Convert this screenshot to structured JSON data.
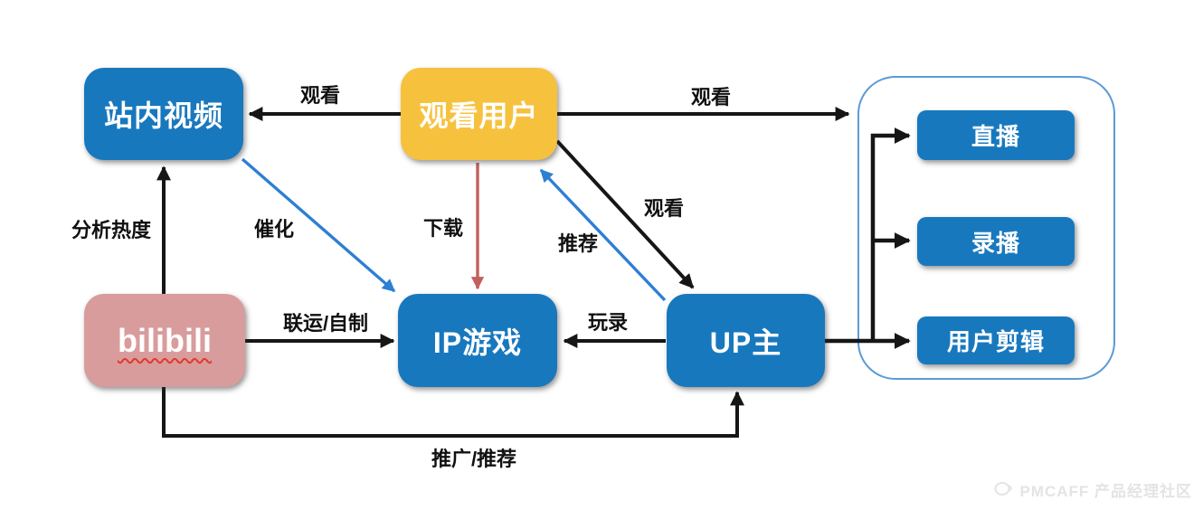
{
  "nodes": {
    "video_onsite": {
      "label": "站内视频"
    },
    "viewer": {
      "label": "观看用户"
    },
    "bilibili": {
      "label": "bilibili"
    },
    "ip_game": {
      "label": "IP游戏"
    },
    "up_host": {
      "label": "UP主"
    },
    "live": {
      "label": "直播"
    },
    "recorded": {
      "label": "录播"
    },
    "user_clip": {
      "label": "用户剪辑"
    }
  },
  "edges": {
    "watch_to_video": {
      "label": "观看"
    },
    "watch_to_content": {
      "label": "观看"
    },
    "analyze_heat": {
      "label": "分析热度"
    },
    "catalyze": {
      "label": "催化"
    },
    "download": {
      "label": "下载"
    },
    "recommend": {
      "label": "推荐"
    },
    "watch_up_host": {
      "label": "观看"
    },
    "joint_publish": {
      "label": "联运/自制"
    },
    "play_record": {
      "label": "玩录"
    },
    "promote": {
      "label": "推广/推荐"
    }
  },
  "watermark": {
    "text": "PMCAFF 产品经理社区"
  },
  "colors": {
    "node_blue": "#1878be",
    "node_yellow": "#f6c23e",
    "node_pink": "#d99c9c",
    "arrow_black": "#161616",
    "arrow_blue": "#2d7fd3",
    "arrow_red": "#c2605d",
    "group_border": "#5b9bd5",
    "watermark": "#e5e3e3"
  }
}
